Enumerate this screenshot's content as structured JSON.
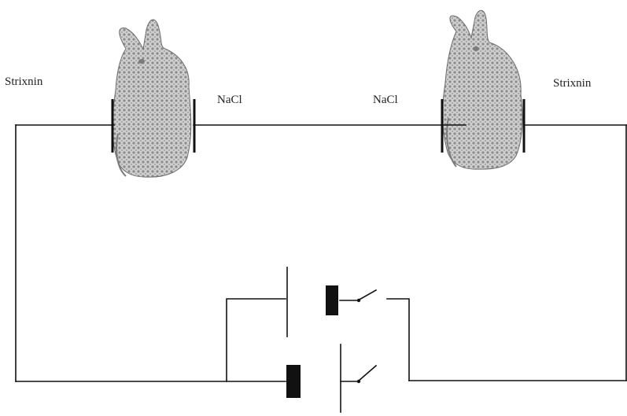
{
  "labels": {
    "left_electrode_outer": "Strixnin",
    "left_electrode_inner": "NaCl",
    "right_electrode_inner": "NaCl",
    "right_electrode_outer": "Strixnin"
  },
  "figures": [
    "rabbit",
    "rabbit"
  ],
  "colors": {
    "line": "#111111",
    "fur_light": "#d8d8d8",
    "fur_dark": "#7c7c7c",
    "background": "#ffffff"
  }
}
